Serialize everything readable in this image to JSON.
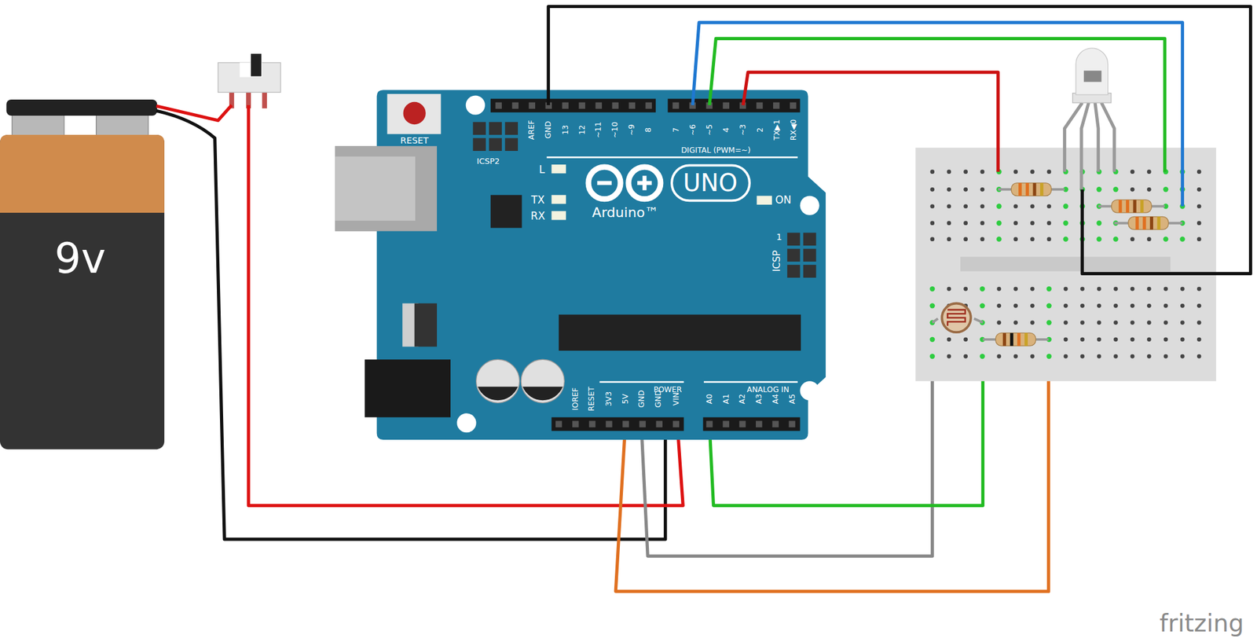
{
  "diagram": {
    "labels": [
      "9v",
      "RESET",
      "ICSP2",
      "AREF",
      "GND",
      "13",
      "12",
      "~11",
      "~10",
      "~9",
      "8",
      "7",
      "~6",
      "~5",
      "4",
      "~3",
      "2",
      "TX▶1",
      "RX◀0",
      "DIGITAL (PWM=~)",
      "L",
      "TX",
      "RX",
      "Arduino™",
      "UNO",
      "ON",
      "1",
      "ICSP",
      "IOREF",
      "RESET",
      "3V3",
      "5V",
      "GND",
      "GND",
      "VIN",
      "POWER",
      "ANALOG IN",
      "A0",
      "A1",
      "A2",
      "A3",
      "A4",
      "A5",
      "fritzing"
    ]
  }
}
